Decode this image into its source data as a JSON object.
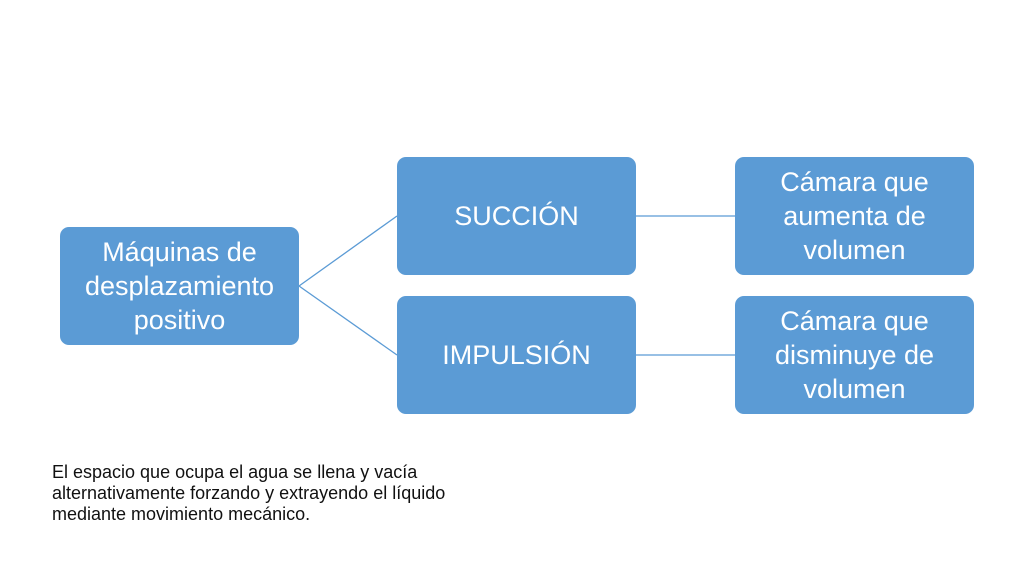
{
  "diagram": {
    "root": {
      "label": "Máquinas de desplazamiento positivo"
    },
    "branches": [
      {
        "label": "SUCCIÓN",
        "child": {
          "label": "Cámara que aumenta de volumen"
        }
      },
      {
        "label": "IMPULSIÓN",
        "child": {
          "label": "Cámara que disminuye de volumen"
        }
      }
    ],
    "colors": {
      "node_fill": "#5b9bd5",
      "node_text": "#ffffff",
      "connector": "#5b9bd5"
    }
  },
  "caption": {
    "lines": [
      "El espacio que ocupa el agua se llena y vacía",
      "alternativamente forzando y extrayendo el líquido",
      "mediante movimiento mecánico."
    ]
  }
}
